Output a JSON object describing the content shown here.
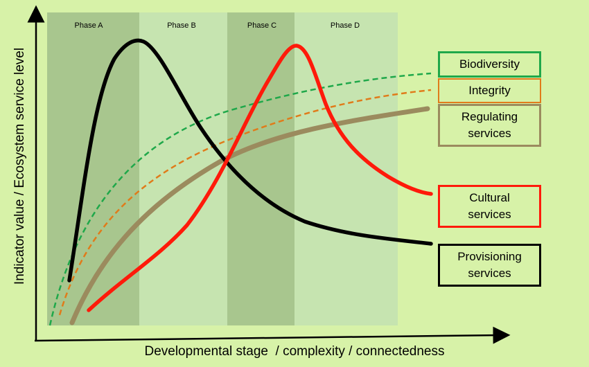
{
  "phases": [
    {
      "label": "Phase A"
    },
    {
      "label": "Phase B"
    },
    {
      "label": "Phase C"
    },
    {
      "label": "Phase D"
    }
  ],
  "axes": {
    "y_label": "Indicator value / Ecosystem service level",
    "x_label": "Developmental stage  / complexity / connectedness"
  },
  "legend": [
    {
      "label": "Biodiversity",
      "color": "#1fa84a"
    },
    {
      "label": "Integrity",
      "color": "#e07b1a"
    },
    {
      "label": "Regulating\nservices",
      "color": "#9b8b5e"
    },
    {
      "label": "Cultural\nservices",
      "color": "#ff1a0a"
    },
    {
      "label": "Provisioning\nservices",
      "color": "#000000"
    }
  ],
  "colors": {
    "background": "#d7f2a8",
    "phase_dark": "#a8c68e",
    "phase_light": "#c6e4b0"
  }
}
